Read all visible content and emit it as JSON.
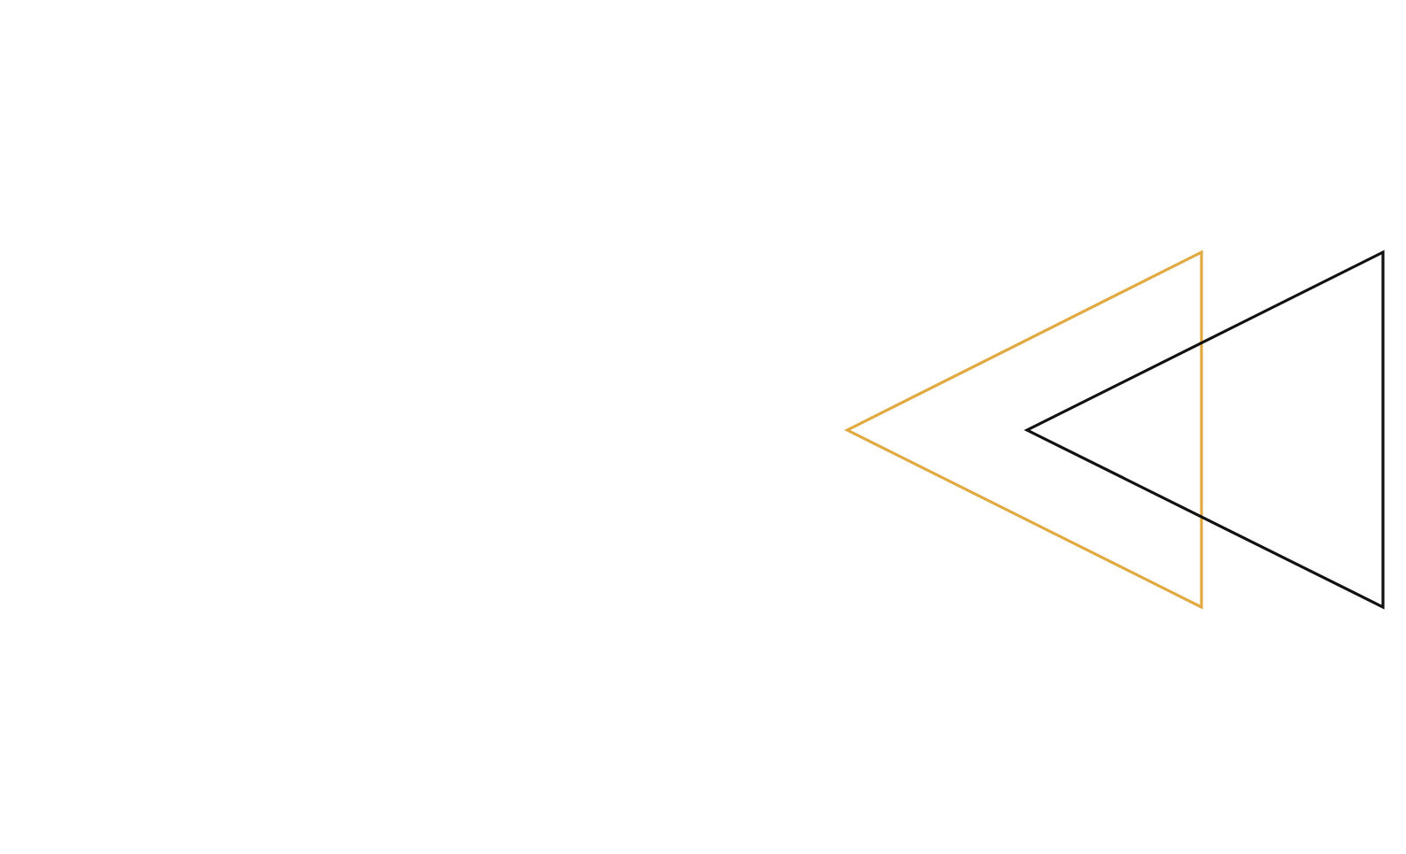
{
  "background_color": "#ffffff",
  "graphic": {
    "icon": "rewind-icon",
    "shapes": [
      {
        "name": "left-triangle-outline",
        "stroke_color": "#E2A940",
        "fill": "none"
      },
      {
        "name": "right-triangle-outline",
        "stroke_color": "#111111",
        "fill": "none"
      }
    ]
  }
}
